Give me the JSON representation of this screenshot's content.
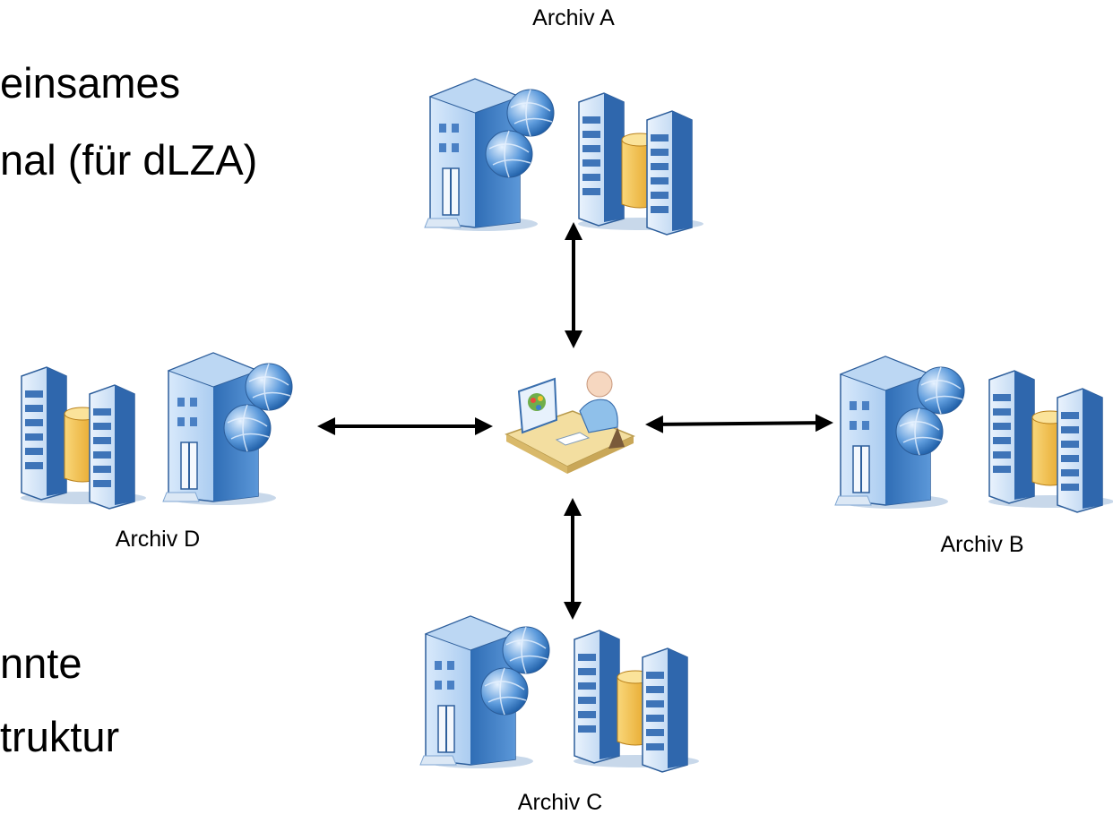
{
  "left_text": {
    "top_line_1": "einsames",
    "top_line_2": "nal (für dLZA)",
    "bottom_line_1": "nnte",
    "bottom_line_2": "truktur"
  },
  "archives": {
    "a": "Archiv A",
    "b": "Archiv B",
    "c": "Archiv C",
    "d": "Archiv D"
  },
  "icons": {
    "archive": "building-with-globes-and-servers-icon",
    "center": "user-at-workstation-icon"
  },
  "colors": {
    "building": "#4a86c8",
    "server": "#3a6fae",
    "cylinder": "#f2b83a",
    "desk": "#f3dea0",
    "arrow": "#000000"
  }
}
